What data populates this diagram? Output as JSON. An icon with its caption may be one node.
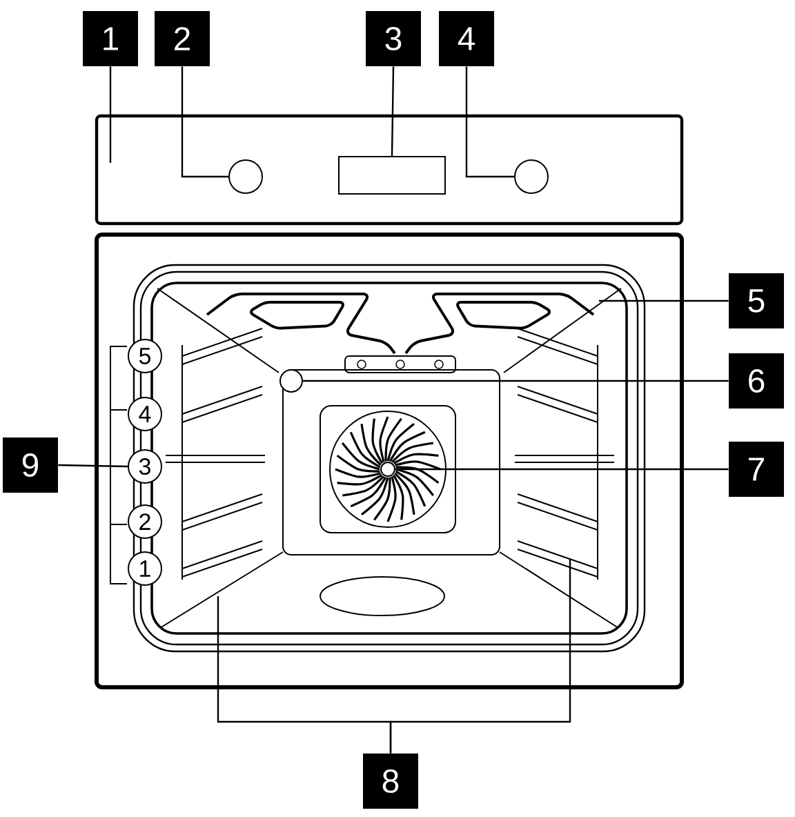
{
  "diagram": {
    "nodes": [
      {
        "text": [
          "1"
        ]
      },
      {
        "text": [
          "2"
        ]
      },
      {
        "text": [
          "3"
        ]
      },
      {
        "text": [
          "4"
        ]
      },
      {
        "text": [
          "5"
        ]
      },
      {
        "text": [
          "6"
        ]
      },
      {
        "text": [
          "7"
        ]
      },
      {
        "text": [
          "8"
        ]
      },
      {
        "text": [
          "9"
        ]
      },
      {
        "text": [],
        "shape": "circle"
      },
      {
        "text": [],
        "shape": "box"
      },
      {
        "text": [],
        "shape": "circle"
      },
      {
        "text": [
          "5"
        ]
      },
      {
        "text": [
          "4"
        ]
      },
      {
        "text": [
          "3"
        ]
      },
      {
        "text": [
          "2"
        ]
      },
      {
        "text": [
          "1"
        ]
      },
      {
        "text": [],
        "shape": "circle"
      },
      {
        "text": [],
        "shape": "circle"
      }
    ],
    "edges": [
      {
        "from": 0,
        "to": null,
        "arrow": "none"
      },
      {
        "from": 1,
        "to": 9,
        "arrow": "none"
      },
      {
        "from": 2,
        "to": 10,
        "arrow": "none"
      },
      {
        "from": 3,
        "to": 11,
        "arrow": "none"
      },
      {
        "from": 4,
        "to": null,
        "arrow": "none"
      },
      {
        "from": 5,
        "to": 17,
        "arrow": "none"
      },
      {
        "from": 6,
        "to": 18,
        "arrow": "none"
      },
      {
        "from": 7,
        "to": null,
        "arrow": "none"
      },
      {
        "from": 7,
        "to": null,
        "arrow": "none"
      },
      {
        "from": 8,
        "to": 14,
        "arrow": "none"
      }
    ]
  }
}
